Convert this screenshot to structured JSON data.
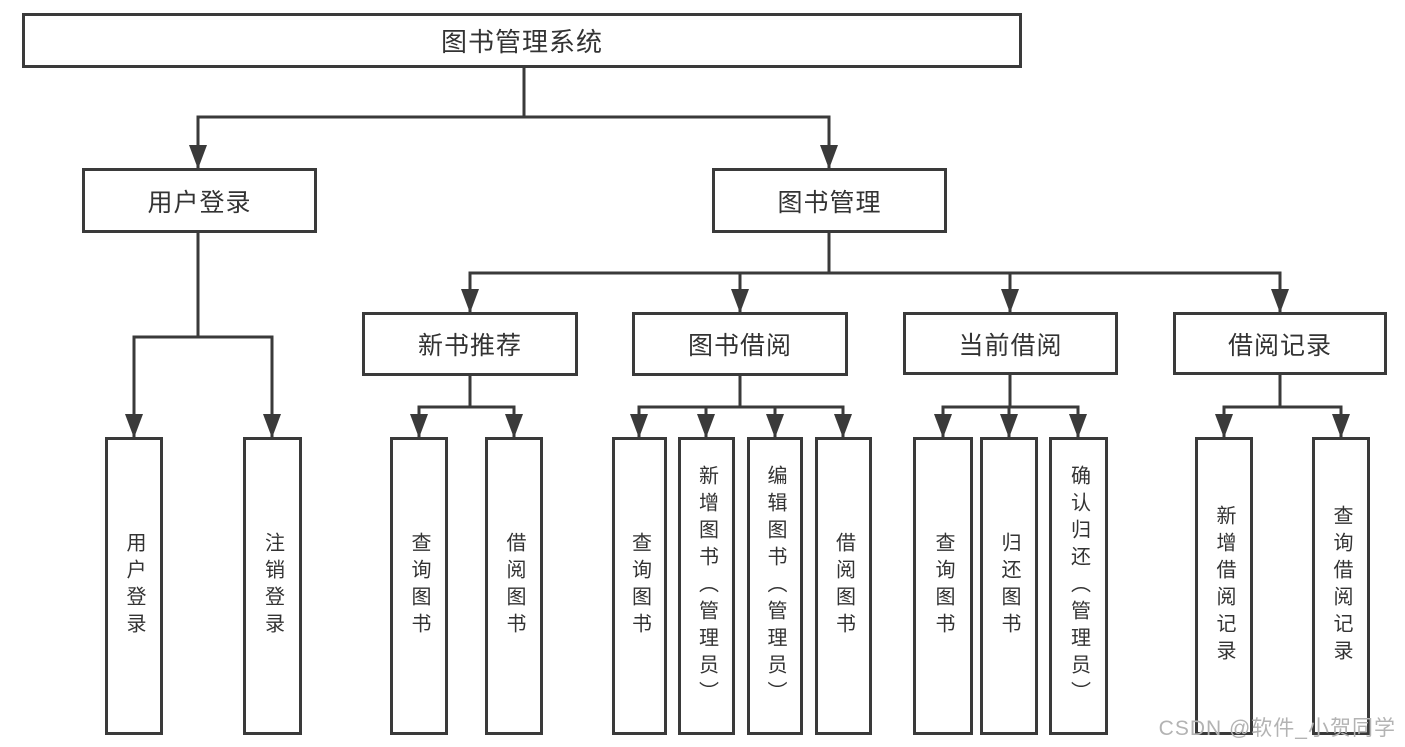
{
  "diagram_title": "图书管理系统",
  "colors": {
    "line": "#3a3a3a",
    "text": "#333333",
    "background": "#ffffff",
    "watermark": "#b3b3b3"
  },
  "watermark": {
    "text": "CSDN @软件_小贺同学"
  },
  "tree": {
    "label": "图书管理系统",
    "children": [
      {
        "label": "用户登录",
        "children": [
          {
            "label": "用户登录"
          },
          {
            "label": "注销登录"
          }
        ]
      },
      {
        "label": "图书管理",
        "children": [
          {
            "label": "新书推荐",
            "children": [
              {
                "label": "查询图书"
              },
              {
                "label": "借阅图书"
              }
            ]
          },
          {
            "label": "图书借阅",
            "children": [
              {
                "label": "查询图书"
              },
              {
                "label": "新增图书（管理员）"
              },
              {
                "label": "编辑图书（管理员）"
              },
              {
                "label": "借阅图书"
              }
            ]
          },
          {
            "label": "当前借阅",
            "children": [
              {
                "label": "查询图书"
              },
              {
                "label": "归还图书"
              },
              {
                "label": "确认归还（管理员）"
              }
            ]
          },
          {
            "label": "借阅记录",
            "children": [
              {
                "label": "新增借阅记录"
              },
              {
                "label": "查询借阅记录"
              }
            ]
          }
        ]
      }
    ]
  }
}
